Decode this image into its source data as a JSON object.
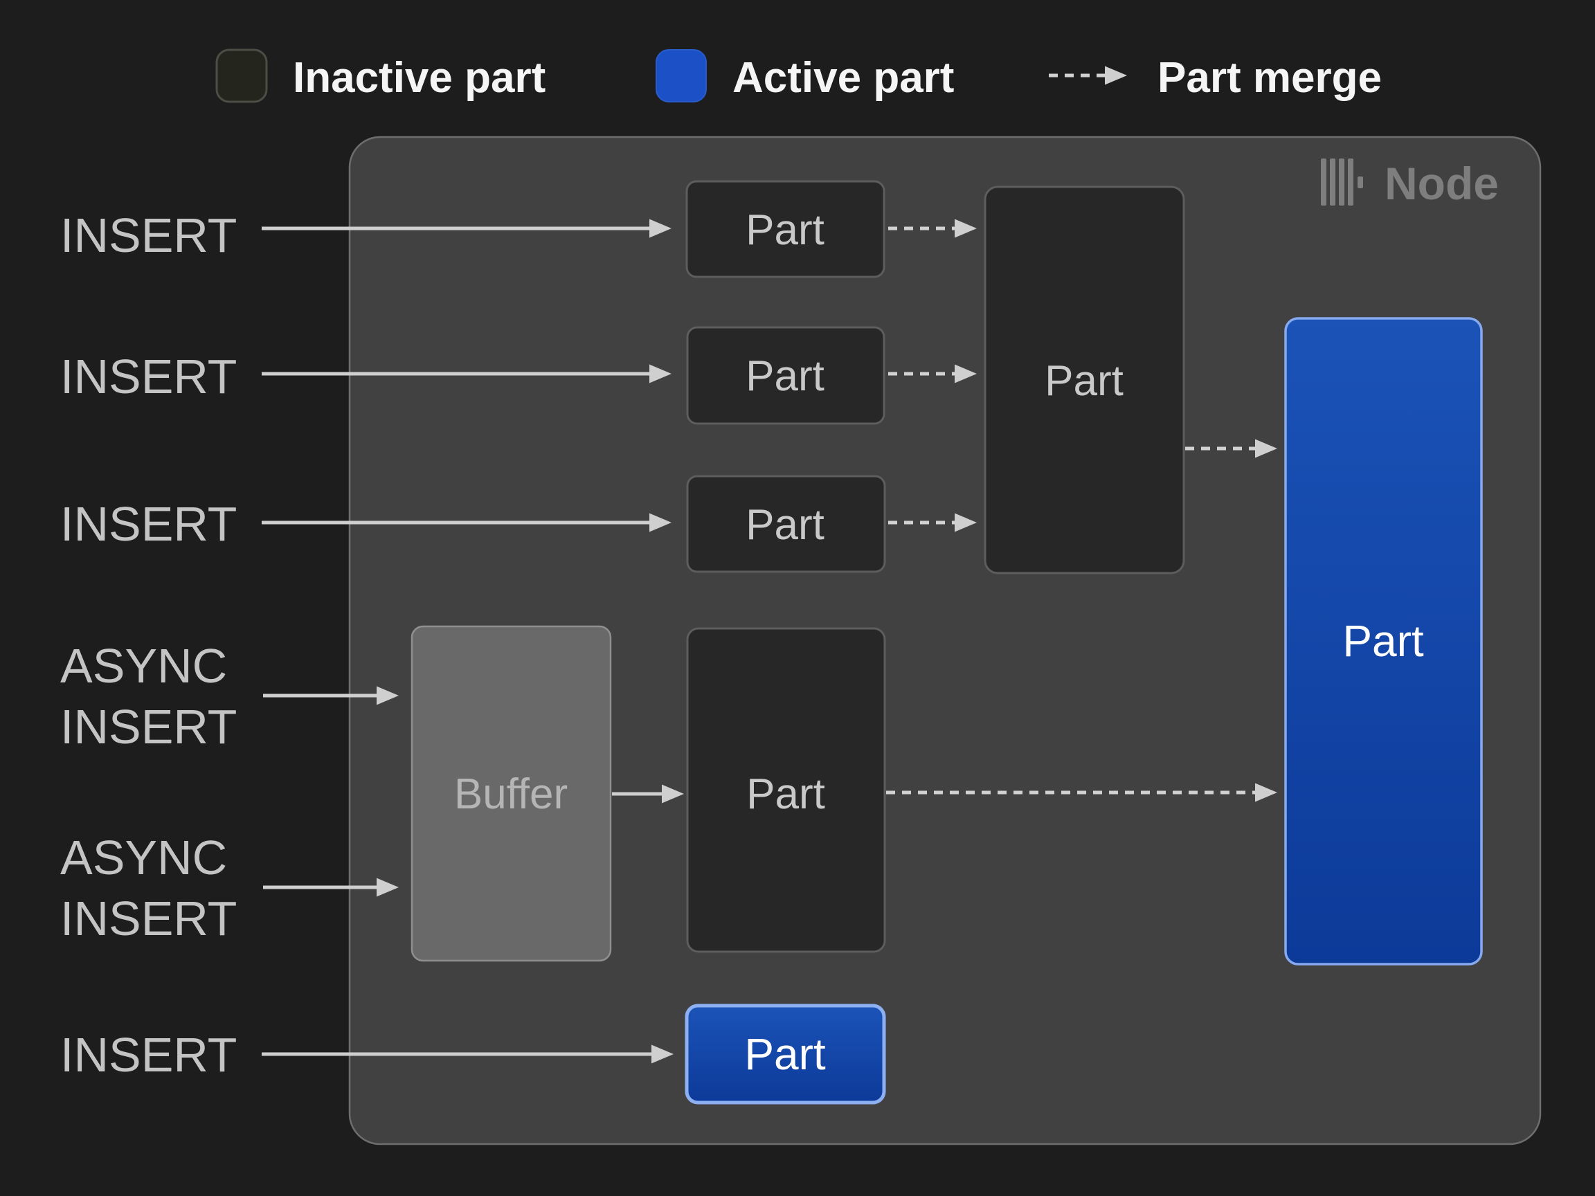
{
  "legend": {
    "inactive": "Inactive part",
    "active": "Active part",
    "merge": "Part merge"
  },
  "node": {
    "label": "Node"
  },
  "inputs": {
    "insert_1": "INSERT",
    "insert_2": "INSERT",
    "insert_3": "INSERT",
    "async_1": {
      "line1": "ASYNC",
      "line2": "INSERT"
    },
    "async_2": {
      "line1": "ASYNC",
      "line2": "INSERT"
    },
    "insert_4": "INSERT"
  },
  "boxes": {
    "part_1": "Part",
    "part_2": "Part",
    "part_3": "Part",
    "merged_part": "Part",
    "buffer": "Buffer",
    "buffer_part": "Part",
    "active_part_large": "Part",
    "active_part_small": "Part"
  },
  "colors": {
    "background": "#1d1d1d",
    "node_fill": "#414141",
    "node_border": "#6e6e6e",
    "inactive_part_fill": "#272727",
    "inactive_part_border": "#5d5d5d",
    "buffer_fill": "#696969",
    "buffer_border": "#8f8f8f",
    "active_part_top": "#1b53b7",
    "active_part_bottom": "#0c3a99",
    "active_part_border": "#87a9f0",
    "legend_active_swatch": "#1b50c7",
    "arrow": "#cfcfcf",
    "input_label_text": "#c4c4c4",
    "legend_text": "#f5f5f5",
    "node_label_text": "#7e7e7e"
  }
}
